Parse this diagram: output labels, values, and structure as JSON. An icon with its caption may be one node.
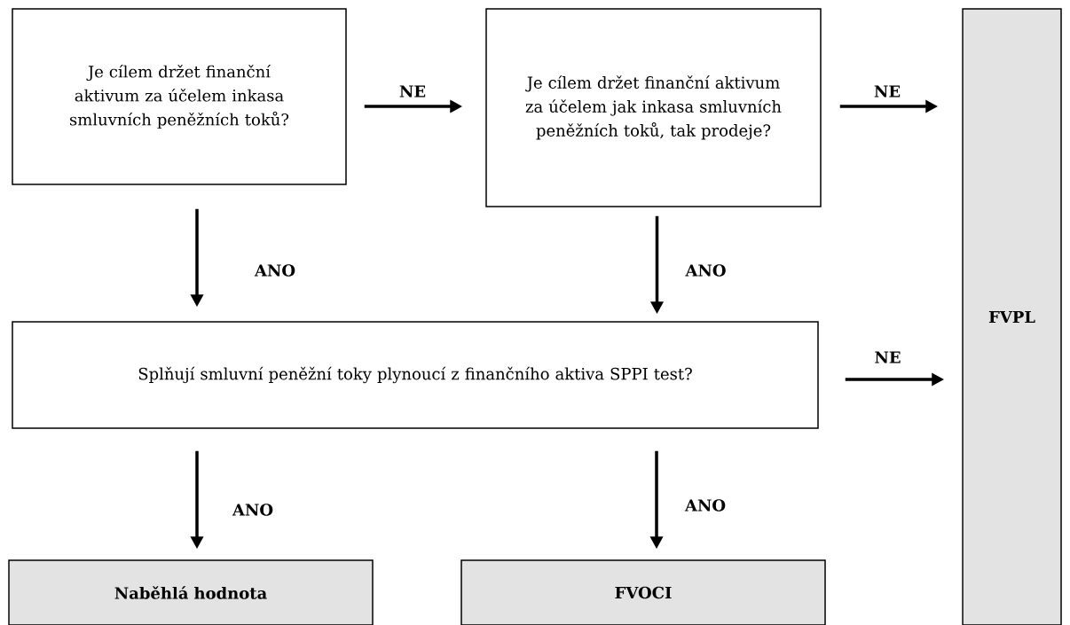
{
  "diagram": {
    "nodes": [
      {
        "text": [
          "Je cílem držet finanční aktivum za účelem inkasa smluvních peněžních toků?"
        ]
      },
      {
        "text": [
          "Je cílem držet finanční aktivum za účelem jak inkasa smluvních peněžních toků, tak prodeje?"
        ]
      },
      {
        "text": [
          "Splňují smluvní peněžní toky plynoucí z finančního aktiva SPPI test?"
        ]
      },
      {
        "text": [
          "Naběhlá hodnota"
        ]
      },
      {
        "text": [
          "FVOCI"
        ]
      },
      {
        "text": [
          "FVPL"
        ]
      }
    ],
    "edges": [
      {
        "from": 0,
        "to": 1,
        "arrow": "to",
        "label": "NE"
      },
      {
        "from": 1,
        "to": 5,
        "arrow": "to",
        "label": "NE"
      },
      {
        "from": 0,
        "to": 2,
        "arrow": "to",
        "label": "ANO"
      },
      {
        "from": 1,
        "to": 2,
        "arrow": "to",
        "label": "ANO"
      },
      {
        "from": 2,
        "to": 5,
        "arrow": "to",
        "label": "NE"
      },
      {
        "from": 2,
        "to": 3,
        "arrow": "to",
        "label": "ANO"
      },
      {
        "from": 2,
        "to": 4,
        "arrow": "to",
        "label": "ANO"
      }
    ]
  }
}
